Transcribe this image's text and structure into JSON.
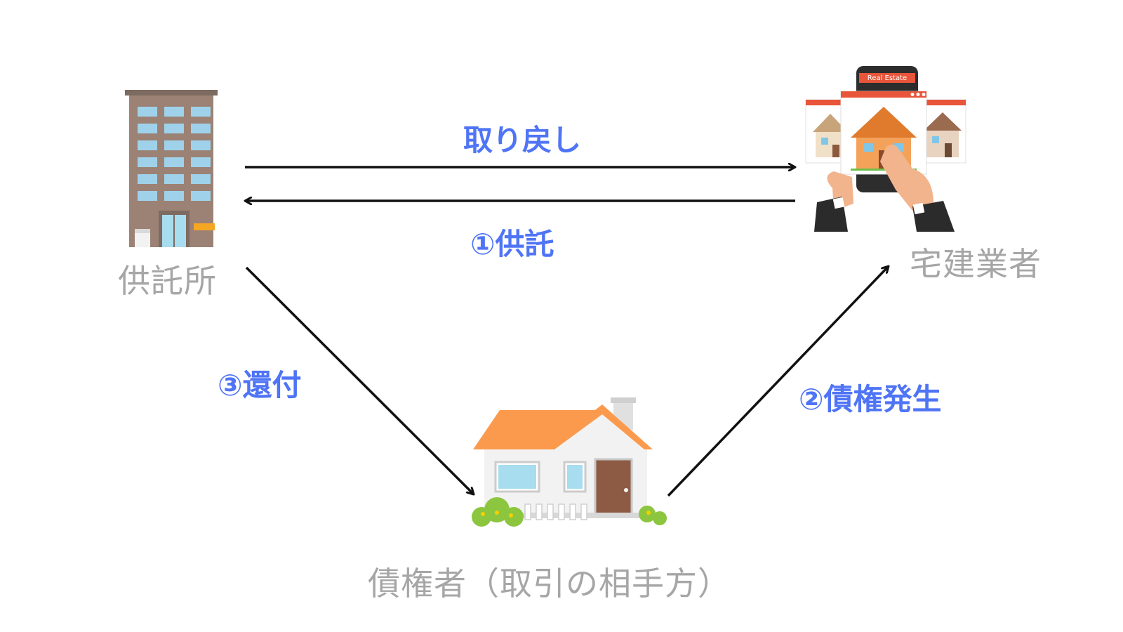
{
  "nodes": {
    "depository": {
      "label": "供託所",
      "icon": "office-building-icon"
    },
    "broker": {
      "label": "宅建業者",
      "icon": "real-estate-app-tablet-icon",
      "screen_text": "Real Estate"
    },
    "creditor": {
      "label": "債権者（取引の相手方）",
      "icon": "house-icon"
    }
  },
  "edges": {
    "withdrawal": {
      "label": "取り戻し"
    },
    "deposit": {
      "label": "①供託"
    },
    "claim": {
      "label": "②債権発生"
    },
    "refund": {
      "label": "③還付"
    }
  },
  "colors": {
    "edge_label": "#4f74f5",
    "node_label": "#a6a6a6",
    "arrow": "#111111",
    "roof": "#fb9a4d",
    "building": "#9b8275"
  }
}
